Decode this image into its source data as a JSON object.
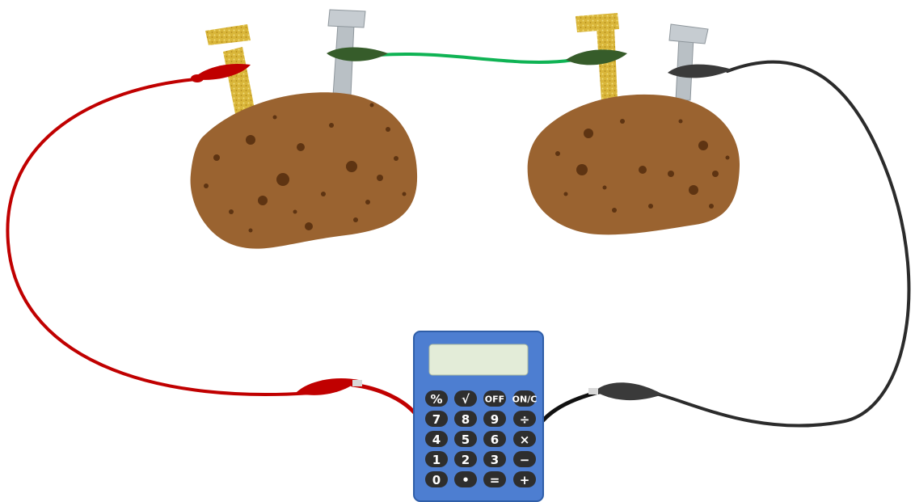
{
  "colors": {
    "red_wire": "#c00000",
    "green_wire": "#0fb354",
    "black_wire": "#2b2b2b",
    "potato": "#9a6330",
    "potato_spot": "#5e3412",
    "copper_nail": "#d8b637",
    "zinc_nail": "#b9c0c5",
    "calculator_body": "#4d7ed1",
    "calculator_screen": "#e3ecd8",
    "key": "#2e2e2e"
  },
  "calculator": {
    "keys": [
      [
        "%",
        "√",
        "OFF",
        "ON/C"
      ],
      [
        "7",
        "8",
        "9",
        "÷"
      ],
      [
        "4",
        "5",
        "6",
        "×"
      ],
      [
        "1",
        "2",
        "3",
        "−"
      ],
      [
        "0",
        "•",
        "=",
        "+"
      ]
    ]
  }
}
